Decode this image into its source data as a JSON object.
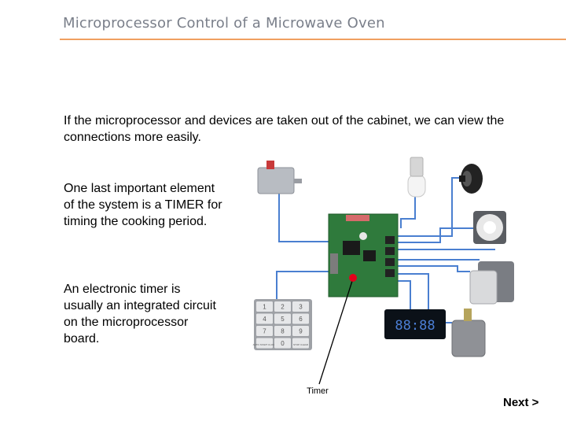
{
  "slide": {
    "title": "Microprocessor Control of a Microwave Oven",
    "paragraph1": "If the microprocessor and devices are taken out of the cabinet, we can view the connections more easily.",
    "paragraph2": "One last important element of the system is a TIMER for timing the cooking period.",
    "paragraph3": "An electronic timer is usually an integrated circuit on the microprocessor board."
  },
  "diagram": {
    "timer_label": "Timer",
    "keypad_keys": [
      "1",
      "2",
      "3",
      "4",
      "5",
      "6",
      "7",
      "8",
      "9",
      "AUTO START CLOCK",
      "0",
      "STOP CLEAR"
    ],
    "display_text": "88:88",
    "wire_color": "#4a7fd0",
    "board_color": "#2f7a3c",
    "timer_dot_color": "#e3001b"
  },
  "nav": {
    "next_label": "Next >"
  }
}
